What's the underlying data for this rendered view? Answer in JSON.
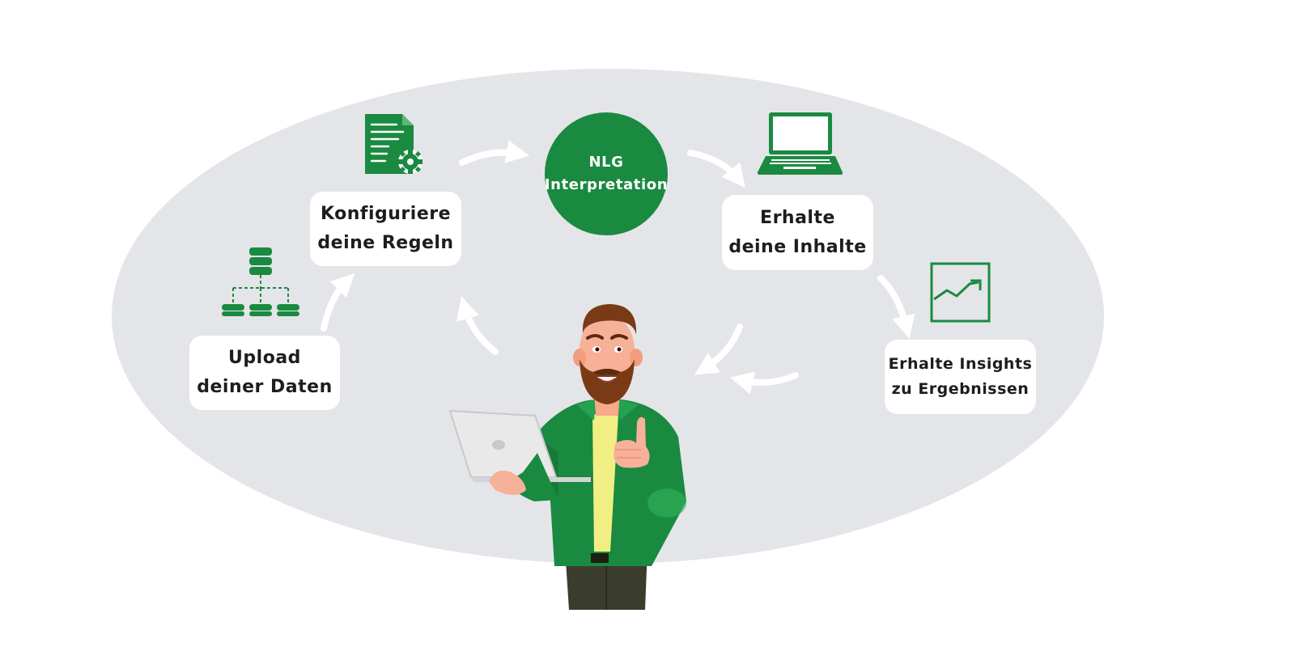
{
  "colors": {
    "accent": "#1a8a41",
    "background_ellipse": "#e4e5e8",
    "box": "#ffffff",
    "arrow": "#ffffff"
  },
  "nodes": {
    "upload": {
      "line1": "Upload",
      "line2": "deiner Daten",
      "icon": "database-hierarchy-icon"
    },
    "configure": {
      "line1": "Konfiguriere",
      "line2": "deine Regeln",
      "icon": "document-gear-icon"
    },
    "nlg": {
      "line1": "NLG",
      "line2": "Interpretation"
    },
    "content": {
      "line1": "Erhalte",
      "line2": "deine Inhalte",
      "icon": "laptop-icon"
    },
    "insights": {
      "line1": "Erhalte Insights",
      "line2": "zu Ergebnissen",
      "icon": "trend-chart-icon"
    }
  },
  "illustration": {
    "figure": "bearded-man-with-laptop-thumbs-up"
  }
}
